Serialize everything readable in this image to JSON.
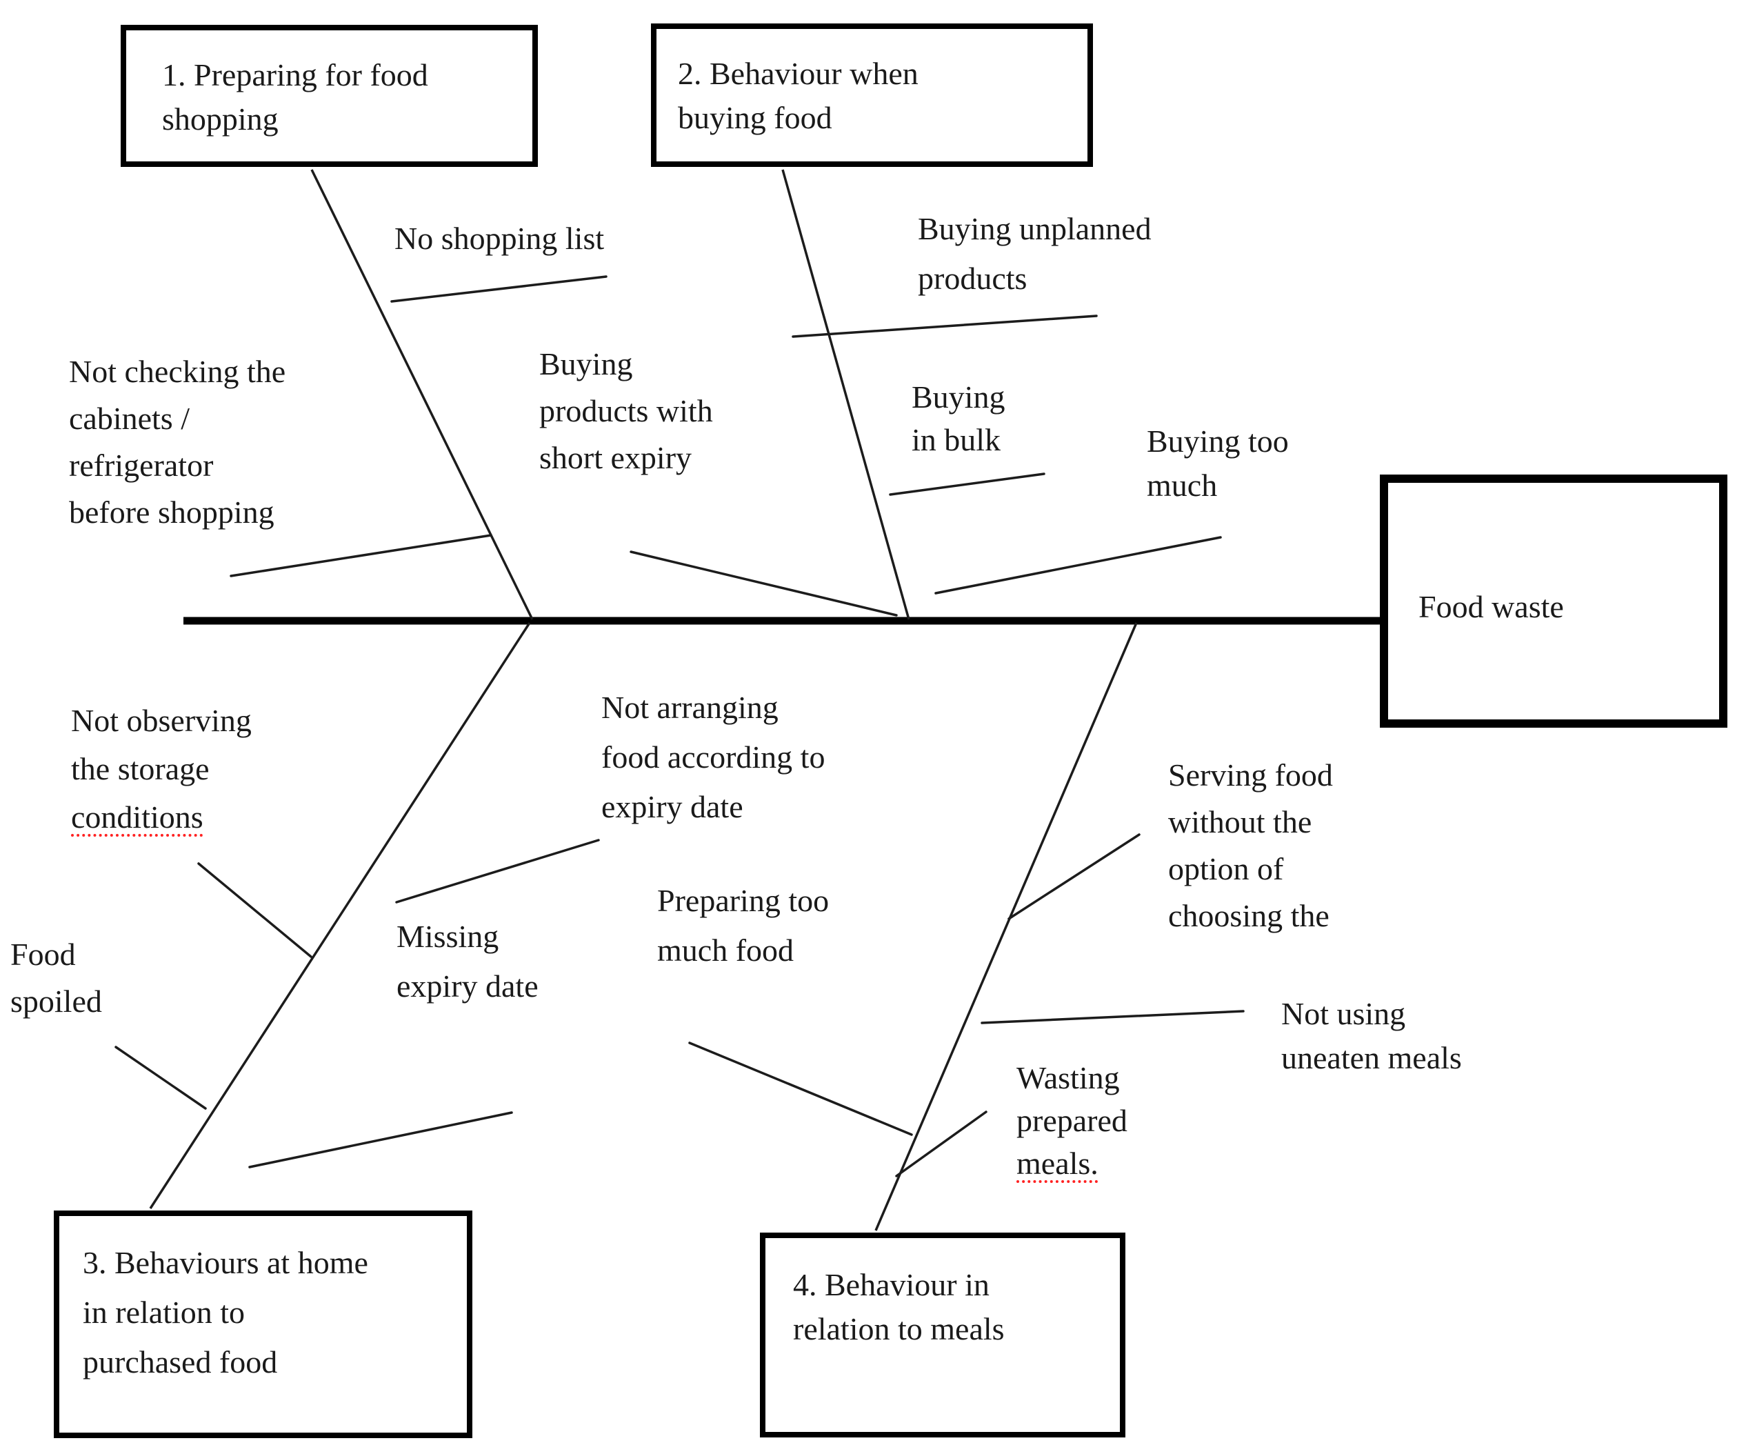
{
  "effect_box": {
    "label": "Food waste"
  },
  "category_boxes": {
    "box1": {
      "lines": [
        "1. Preparing for food",
        "shopping"
      ]
    },
    "box2": {
      "lines": [
        "2. Behaviour when",
        "buying food"
      ]
    },
    "box3": {
      "lines": [
        "3. Behaviours at home",
        "in relation to",
        "purchased food"
      ]
    },
    "box4": {
      "lines": [
        "4. Behaviour in",
        "relation to meals"
      ]
    }
  },
  "causes": {
    "no_shopping_list": {
      "lines": [
        "No shopping list"
      ]
    },
    "not_checking_cabinets": {
      "lines": [
        "Not checking the",
        "cabinets /",
        "refrigerator",
        "before shopping"
      ]
    },
    "buying_short_expiry": {
      "lines": [
        "Buying",
        "products with",
        "short expiry"
      ]
    },
    "buying_unplanned": {
      "lines": [
        "Buying unplanned",
        "products"
      ]
    },
    "buying_in_bulk": {
      "lines": [
        "Buying",
        "in bulk"
      ]
    },
    "buying_too_much": {
      "lines": [
        "Buying too",
        "much"
      ]
    },
    "not_observing_storage": {
      "lines": [
        "Not observing",
        "the storage",
        "conditions"
      ]
    },
    "food_spoiled": {
      "lines": [
        "Food",
        "spoiled"
      ]
    },
    "missing_expiry_date": {
      "lines": [
        "Missing",
        "expiry date"
      ]
    },
    "not_arranging_food": {
      "lines": [
        "Not arranging",
        "food according to",
        "expiry date"
      ]
    },
    "preparing_too_much": {
      "lines": [
        "Preparing too",
        "much food"
      ]
    },
    "serving_food": {
      "lines": [
        "Serving food",
        "without the",
        "option of",
        "choosing the"
      ]
    },
    "wasting_prepared_meals": {
      "lines": [
        "Wasting",
        "prepared",
        "meals."
      ]
    },
    "not_using_uneaten_meals": {
      "lines": [
        "Not using",
        "uneaten meals"
      ]
    }
  },
  "colors": {
    "background": "#ffffff",
    "text": "#1a1a1a",
    "line": "#1c1c1c",
    "box_border": "#000000",
    "spellcheck_underline": "#ff2222"
  }
}
